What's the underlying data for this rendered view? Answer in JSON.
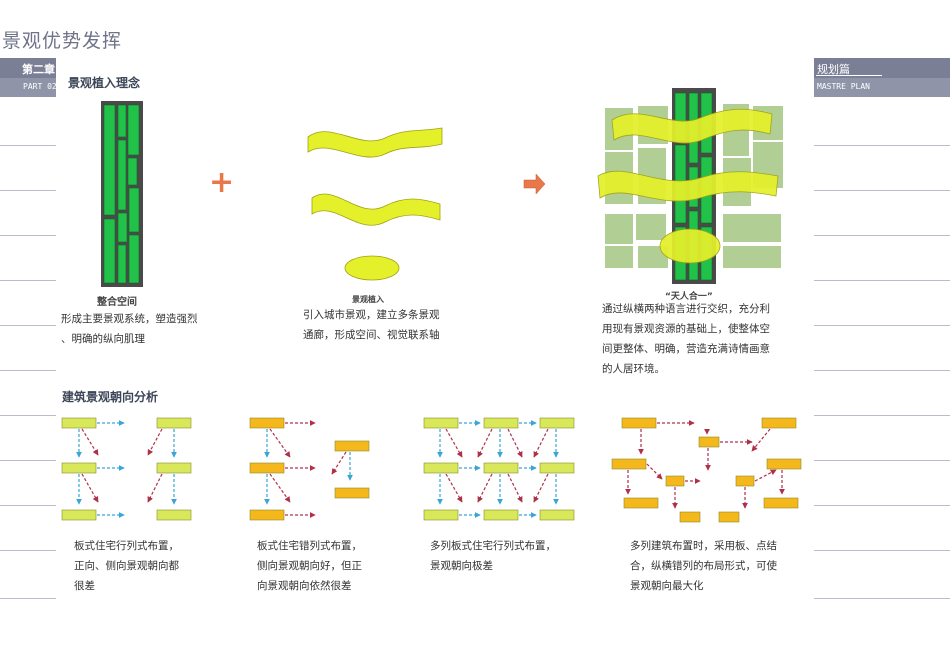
{
  "page_title": "景观优势发挥",
  "chapter": {
    "label": "第二章",
    "part": "PART 02"
  },
  "section": {
    "label": "规划篇",
    "sub": "MASTRE PLAN"
  },
  "concept": {
    "heading": "景观植入理念",
    "integration_caption": "整合空间",
    "integration_text": [
      "形成主要景观系统，塑造强烈",
      "、明确的纵向肌理"
    ],
    "implant_caption": "景观植入",
    "implant_text": [
      "引入城市景观，建立多条景观",
      "通廊，形成空间、视觉联系轴"
    ],
    "result_caption": "“天人合一”",
    "result_text": [
      "通过纵横两种语言进行交织，充分利",
      "用现有景观资源的基础上，使整体空",
      "间更整体、明确，营造充满诗情画意",
      "的人居环境。"
    ],
    "plus_symbol": "+",
    "arrow_symbol": "→"
  },
  "orientation": {
    "heading": "建筑景观朝向分析",
    "cases": [
      {
        "text": [
          "板式住宅行列式布置，",
          "正向、侧向景观朝向都",
          "很差"
        ]
      },
      {
        "text": [
          "板式住宅错列式布置，",
          "侧向景观朝向好，但正",
          "向景观朝向依然很差"
        ]
      },
      {
        "text": [
          "多列板式住宅行列式布置，",
          "景观朝向极差"
        ]
      },
      {
        "text": [
          "多列建筑布置时，采用板、点结",
          "合，纵横错列的布局形式，可使",
          "景观朝向最大化"
        ]
      }
    ]
  },
  "colors": {
    "band": "#7b7f96",
    "green_bright": "#22c24a",
    "green_dark": "#4a4a4a",
    "yellow_green": "#e4f02a",
    "pale_green": "#a9c98a",
    "block_yellow": "#d8e85a",
    "block_orange": "#f5b81c",
    "arrow_blue": "#3aa5d8",
    "arrow_red": "#b0304a",
    "symbol_orange": "#e8784a"
  }
}
